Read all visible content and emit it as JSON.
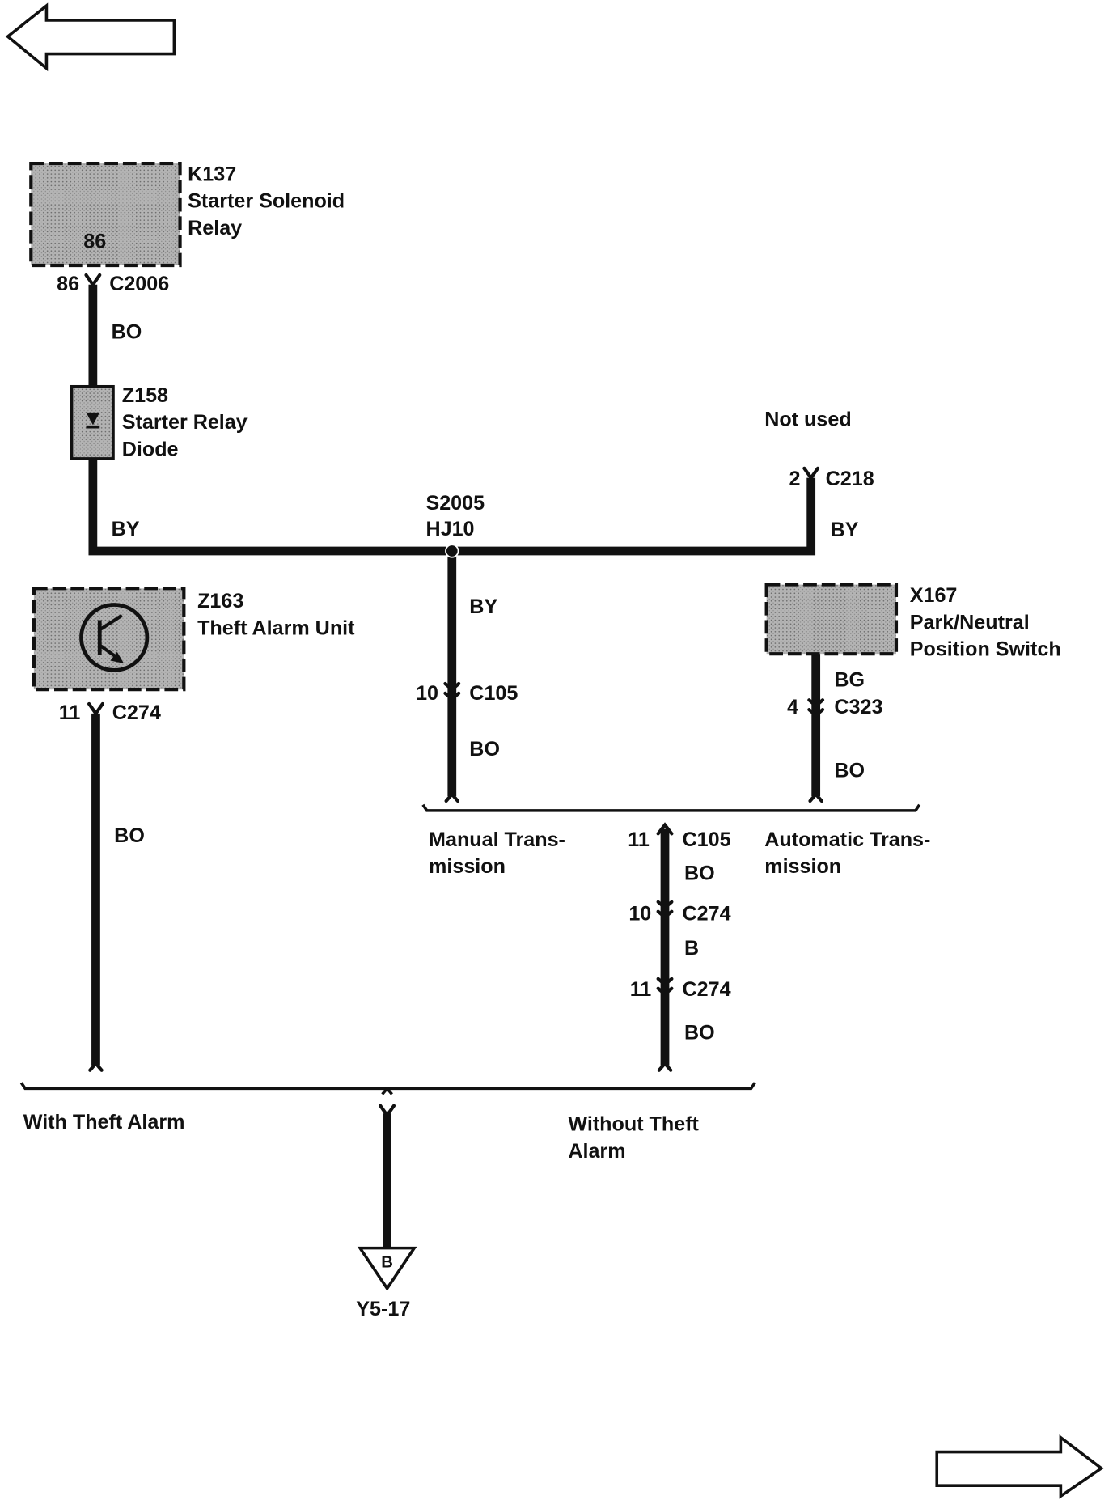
{
  "navigation": {
    "prev_icon": "arrow-left-outline-icon",
    "next_icon": "arrow-right-outline-icon"
  },
  "components": {
    "k137": {
      "ref": "K137",
      "name_lines": [
        "Starter Solenoid",
        "Relay"
      ],
      "inner_pin": "86"
    },
    "z158": {
      "ref": "Z158",
      "name_lines": [
        "Starter Relay",
        "Diode"
      ]
    },
    "z163": {
      "ref": "Z163",
      "name_lines": [
        "Theft Alarm Unit"
      ]
    },
    "x167": {
      "ref": "X167",
      "name_lines": [
        "Park/Neutral",
        "Position Switch"
      ]
    }
  },
  "connectors": {
    "c2006": {
      "pin": "86",
      "ref": "C2006"
    },
    "c218": {
      "pin": "2",
      "ref": "C218"
    },
    "c274_theft": {
      "pin": "11",
      "ref": "C274"
    },
    "c105_manual": {
      "pin": "10",
      "ref": "C105"
    },
    "c323": {
      "pin": "4",
      "ref": "C323"
    },
    "c105_without": {
      "pin": "11",
      "ref": "C105"
    },
    "c274_mid": {
      "pin": "10",
      "ref": "C274"
    },
    "c274_low": {
      "pin": "11",
      "ref": "C274"
    }
  },
  "splice": {
    "ref": "S2005",
    "location": "HJ10"
  },
  "notes": {
    "not_used": "Not used"
  },
  "wire_colors": {
    "k137_to_z158": "BO",
    "z158_to_splice": "BY",
    "c218_to_splice": "BY",
    "splice_to_c105": "BY",
    "c105_to_option": "BO",
    "x167_to_c323": "BG",
    "c323_to_option": "BO",
    "z163_to_option": "BO",
    "c105_to_c274": "BO",
    "c274_link": "B",
    "c274_to_option": "BO"
  },
  "options": {
    "manual_lines": [
      "Manual Trans-",
      "mission"
    ],
    "automatic_lines": [
      "Automatic Trans-",
      "mission"
    ],
    "with_theft": "With Theft Alarm",
    "without_theft_lines": [
      "Without Theft",
      "Alarm"
    ]
  },
  "page_ref": {
    "symbol": "B",
    "target": "Y5-17"
  },
  "colors": {
    "wire": "#111111",
    "component_fill": "#a8a8a8",
    "background": "#ffffff"
  }
}
